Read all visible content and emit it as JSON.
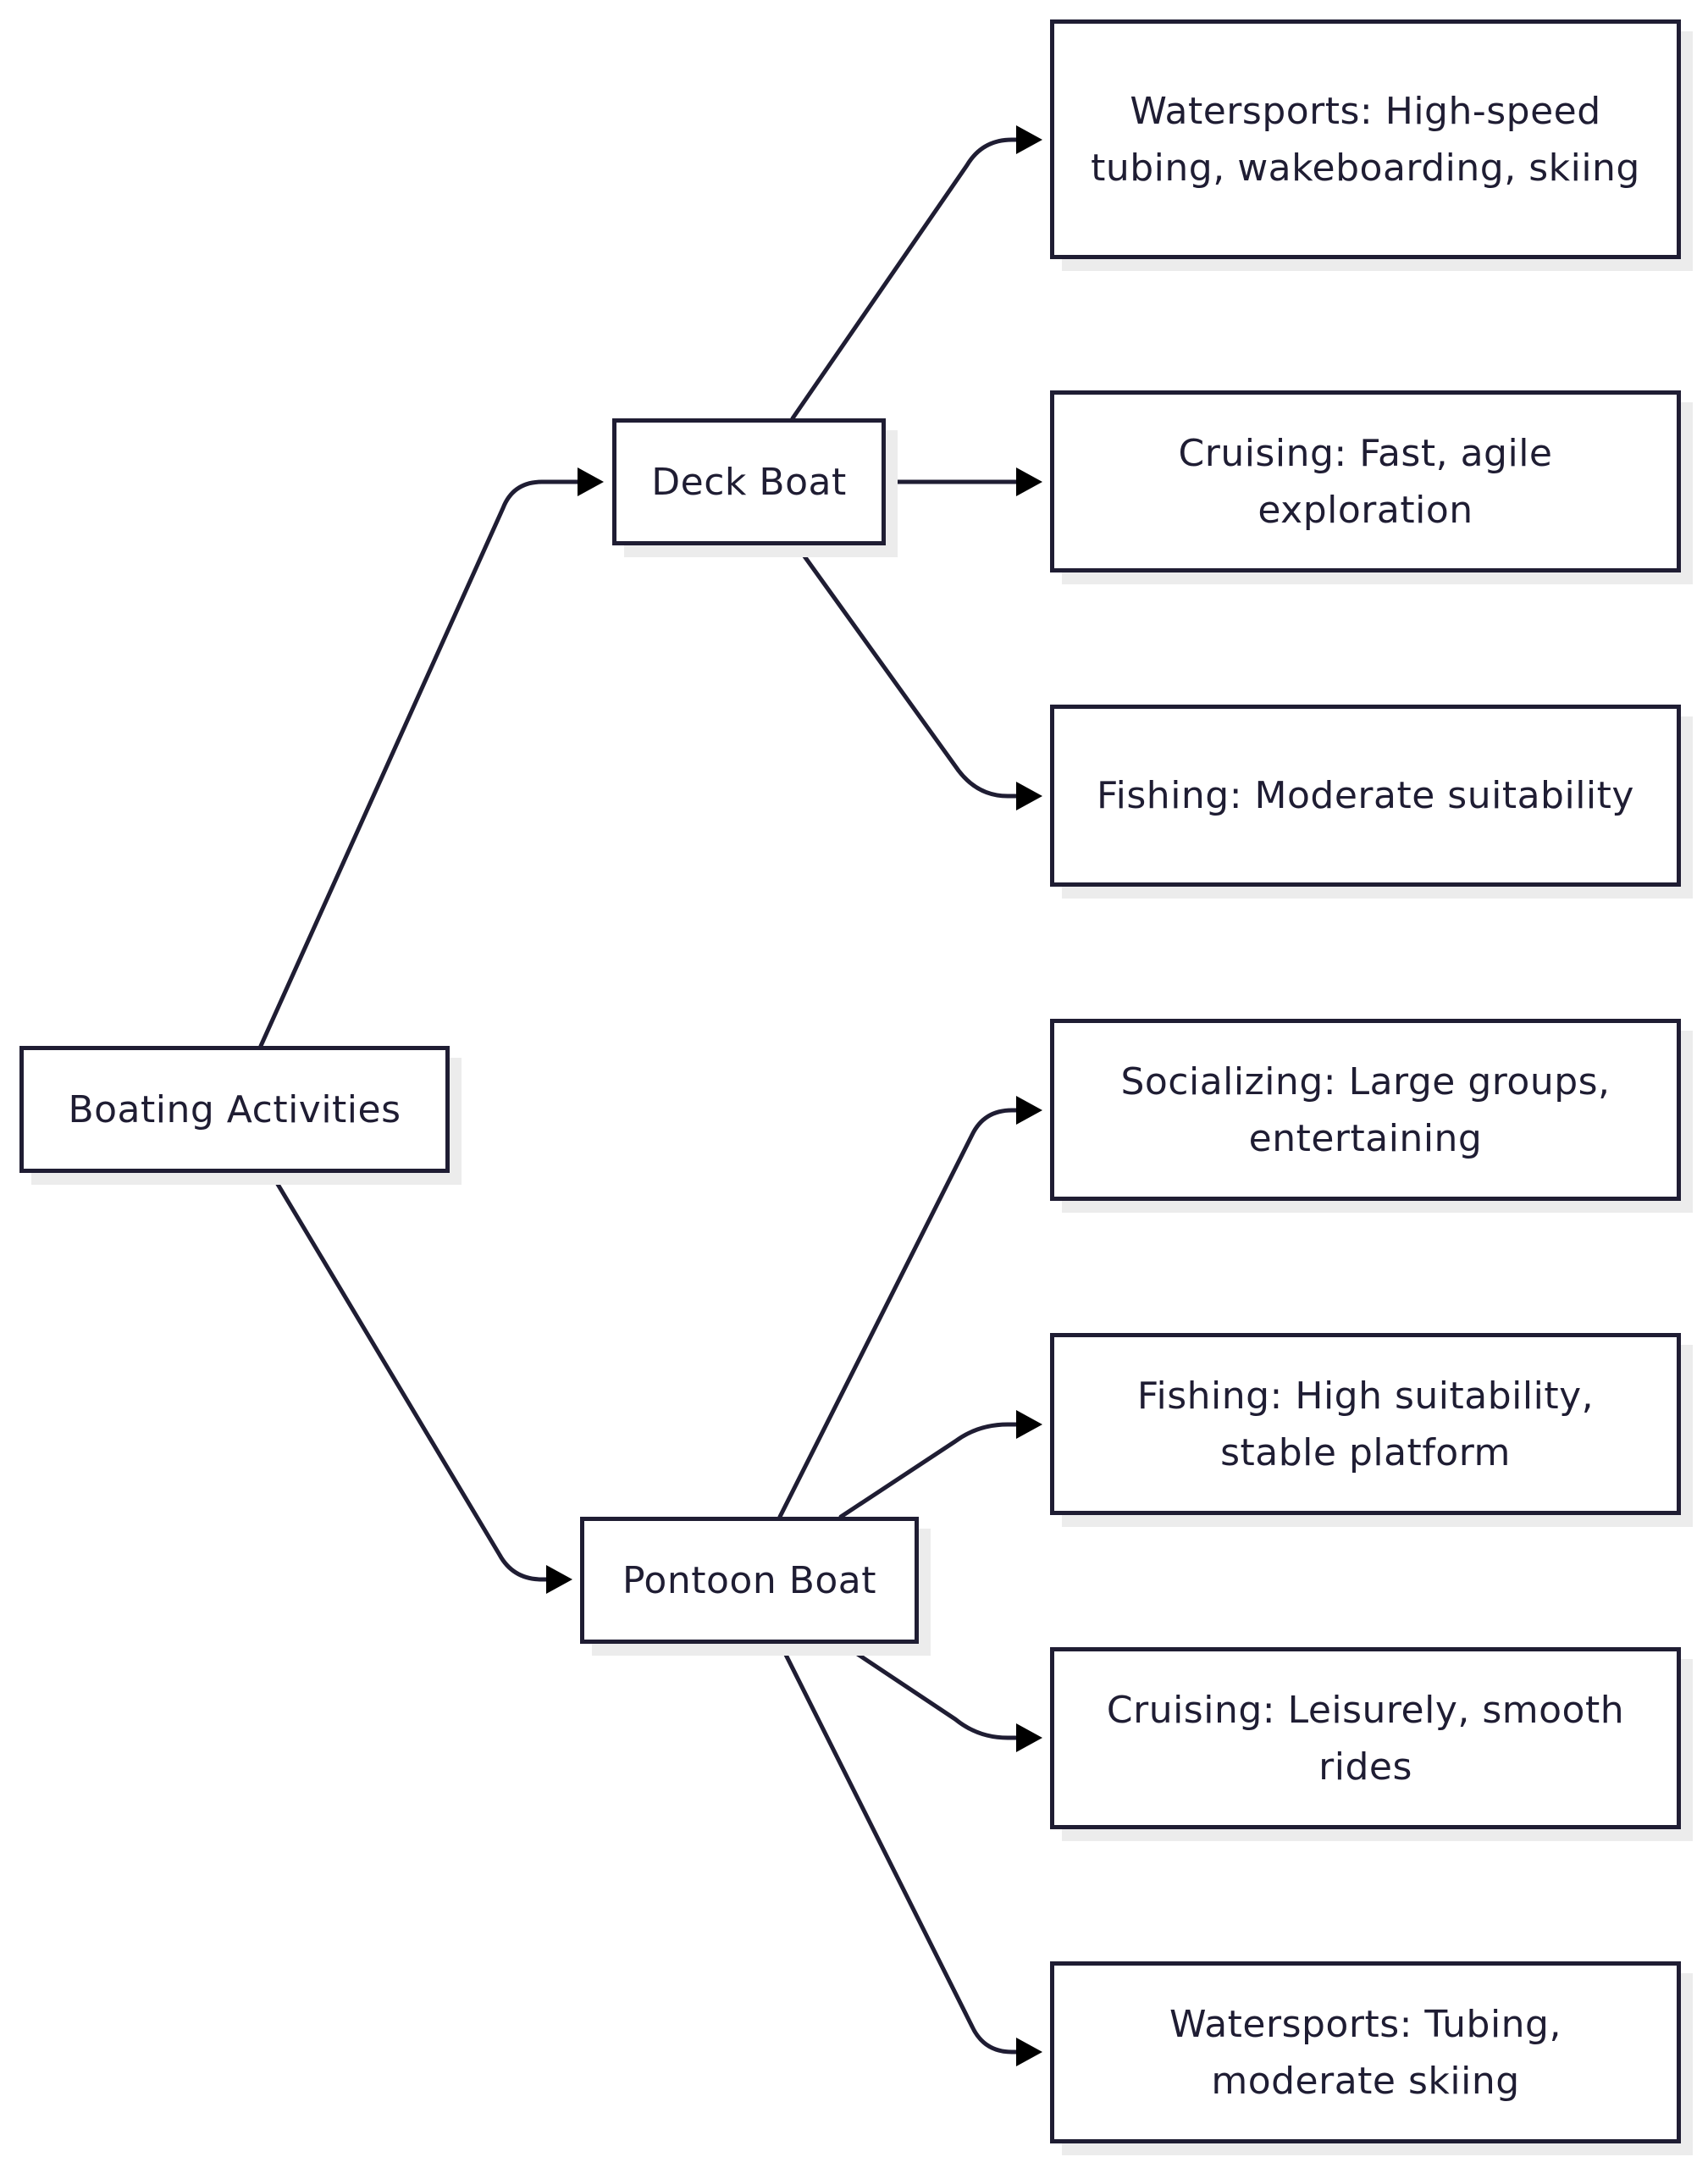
{
  "diagram": {
    "colors": {
      "stroke": "#1f1d33",
      "node_fill": "#ffffff",
      "shadow": "#ececec",
      "text": "#1f1d33"
    },
    "nodes": {
      "root": {
        "label": "Boating Activities"
      },
      "deck_boat": {
        "label": "Deck Boat"
      },
      "pontoon_boat": {
        "label": "Pontoon Boat"
      },
      "deck_watersports": {
        "label": "Watersports: High-speed tubing, wakeboarding, skiing"
      },
      "deck_cruising": {
        "label": "Cruising: Fast, agile exploration"
      },
      "deck_fishing": {
        "label": "Fishing: Moderate suitability"
      },
      "pontoon_socializing": {
        "label": "Socializing: Large groups, entertaining"
      },
      "pontoon_fishing": {
        "label": "Fishing: High suitability, stable platform"
      },
      "pontoon_cruising": {
        "label": "Cruising: Leisurely, smooth rides"
      },
      "pontoon_watersports": {
        "label": "Watersports: Tubing, moderate skiing"
      }
    },
    "edges": [
      {
        "from": "root",
        "to": "deck_boat"
      },
      {
        "from": "root",
        "to": "pontoon_boat"
      },
      {
        "from": "deck_boat",
        "to": "deck_watersports"
      },
      {
        "from": "deck_boat",
        "to": "deck_cruising"
      },
      {
        "from": "deck_boat",
        "to": "deck_fishing"
      },
      {
        "from": "pontoon_boat",
        "to": "pontoon_socializing"
      },
      {
        "from": "pontoon_boat",
        "to": "pontoon_fishing"
      },
      {
        "from": "pontoon_boat",
        "to": "pontoon_cruising"
      },
      {
        "from": "pontoon_boat",
        "to": "pontoon_watersports"
      }
    ]
  }
}
